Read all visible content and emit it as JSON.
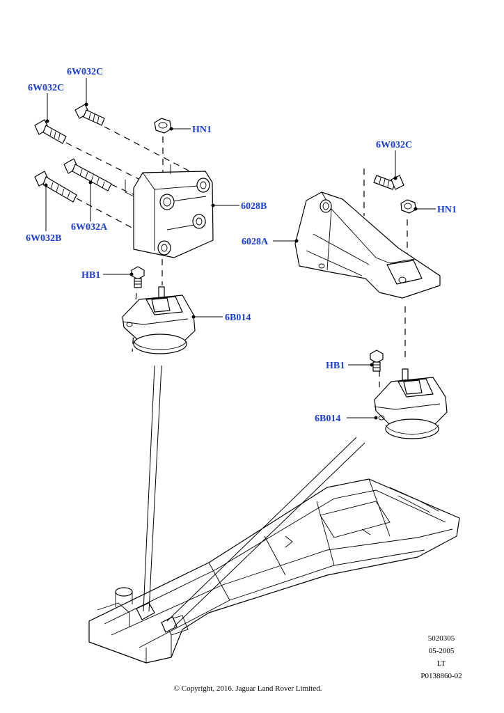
{
  "callouts": {
    "bolt_top_right": "6W032C",
    "bolt_top_left": "6W032C",
    "nut_left": "HN1",
    "bolt_lower_left": "6W032B",
    "bolt_long": "6W032A",
    "bracket_left": "6028B",
    "bolt_hb_left": "HB1",
    "mount_left": "6B014",
    "bolt_right": "6W032C",
    "nut_right": "HN1",
    "bracket_right": "6028A",
    "bolt_hb_right": "HB1",
    "mount_right": "6B014"
  },
  "meta": {
    "line1": "5020305",
    "line2": "05-2005",
    "line3": "LT",
    "line4": "P0138860-02"
  },
  "copyright": "© Copyright, 2016. Jaguar Land Rover Limited.",
  "colors": {
    "callout": "#1a3fd6",
    "line": "#000000"
  }
}
